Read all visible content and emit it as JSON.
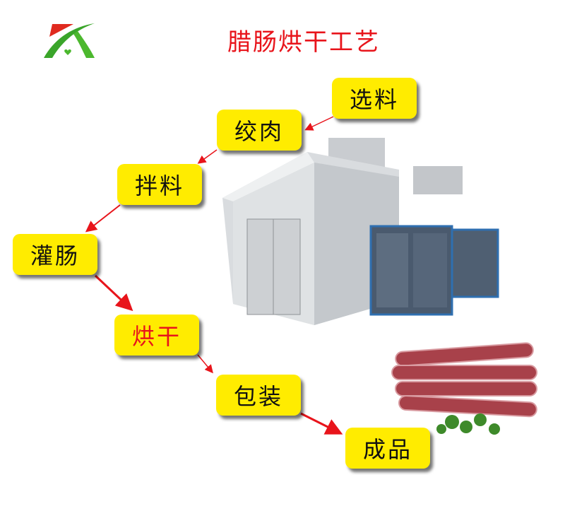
{
  "title": "腊肠烘干工艺",
  "steps": [
    {
      "label": "选料"
    },
    {
      "label": "绞肉"
    },
    {
      "label": "拌料"
    },
    {
      "label": "灌肠"
    },
    {
      "label": "烘干"
    },
    {
      "label": "包装"
    },
    {
      "label": "成品"
    }
  ],
  "colors": {
    "box": "#ffec00",
    "accent": "#e8141b",
    "logo_green": "#3aa52a"
  }
}
